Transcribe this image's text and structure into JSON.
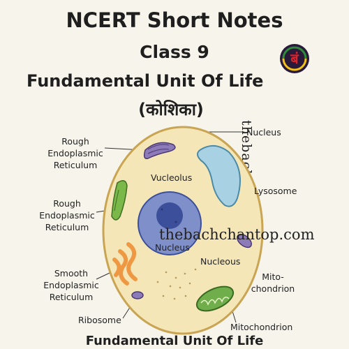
{
  "title": "NCERT Short Notes",
  "subtitle": "Class 9",
  "topic": "Fundamental Unit Of Life",
  "topic_hindi": "(कोशिका)",
  "footer": "Fundamental Unit Of Life",
  "watermark_side": "thebachchantop.com",
  "watermark_center": "thebachchantop.com",
  "logo": {
    "glyph": "बं",
    "colors": [
      "#7a1f8a",
      "#d8242b",
      "#2e8b3a",
      "#f2c21b"
    ]
  },
  "labels": {
    "rough_er_1": "Rough Endoplasmic Reticulum",
    "rough_er_1_lines": [
      "Rough",
      "Endoplasmic",
      "Reticulum"
    ],
    "rough_er_2_lines": [
      "Rough",
      "Endoplasmic",
      "Reticulum"
    ],
    "smooth_er_lines": [
      "Smooth",
      "Endoplasmic",
      "Reticulum"
    ],
    "ribosome": "Ribosome",
    "nucleus_top": "Nucleus",
    "lysosome": "Lysosome",
    "vucleolus": "Vucleolus",
    "nucleus_inner": "Nucleus",
    "nucleous": "Nucleous",
    "mito_lines": [
      "Mito-",
      "chondrion"
    ],
    "mitochondrion": "Mitochondrion"
  },
  "colors": {
    "cell_fill": "#f5e6b8",
    "cell_border": "#c9a553",
    "nucleus": "#7f8fc9",
    "nucleolus": "#3c4f9a",
    "lysosome": "#a9d1e4",
    "er_purple": "#8d7ab8",
    "er_green": "#7bb84a",
    "smooth_orange": "#ef9844",
    "mito_green": "#6fae4a"
  }
}
